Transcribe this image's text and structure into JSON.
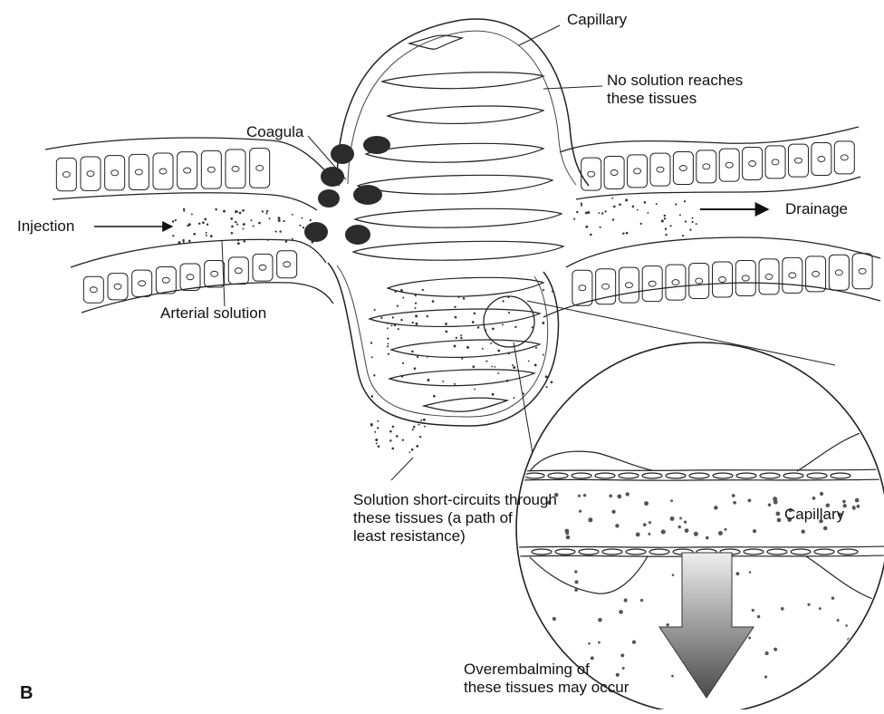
{
  "labels": {
    "capillary_top": "Capillary",
    "no_solution": "No solution reaches\nthese tissues",
    "coagula": "Coagula",
    "injection": "Injection",
    "drainage": "Drainage",
    "arterial_solution": "Arterial solution",
    "short_circuit": "Solution short-circuits through\nthese tissues (a path of\nleast resistance)",
    "capillary_inset": "Capillary",
    "overembalming": "Overembalming of\nthese tissues may occur"
  },
  "panel_letter": "B",
  "colors": {
    "ink": "#111111",
    "coagula": "#2b2b2b",
    "arrow_light": "#e6e6e6",
    "arrow_dark": "#555555"
  }
}
